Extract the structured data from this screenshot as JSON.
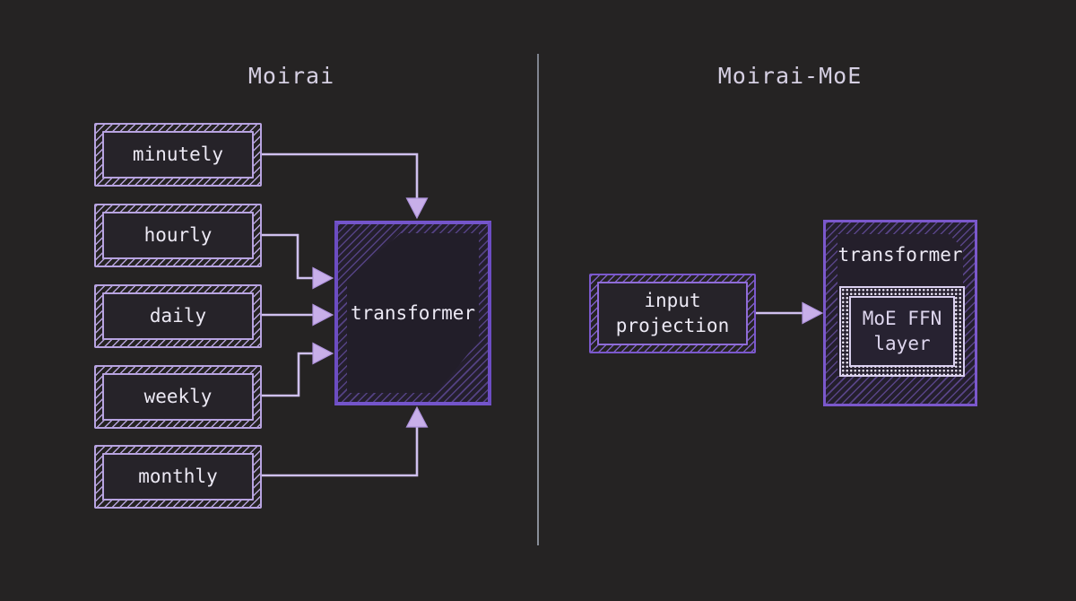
{
  "left": {
    "title": "Moirai",
    "boxes": [
      {
        "label": "minutely"
      },
      {
        "label": "hourly"
      },
      {
        "label": "daily"
      },
      {
        "label": "weekly"
      },
      {
        "label": "monthly"
      }
    ],
    "transformer_label": "transformer"
  },
  "right": {
    "title": "Moirai-MoE",
    "input_box": {
      "label": "input projection"
    },
    "transformer_label": "transformer",
    "moe_box": {
      "label": "MoE FFN layer"
    }
  },
  "edges": [
    {
      "from": "minutely",
      "to": "transformer",
      "side": "top"
    },
    {
      "from": "hourly",
      "to": "transformer",
      "side": "left"
    },
    {
      "from": "daily",
      "to": "transformer",
      "side": "left"
    },
    {
      "from": "weekly",
      "to": "transformer",
      "side": "left"
    },
    {
      "from": "monthly",
      "to": "transformer",
      "side": "bottom"
    },
    {
      "from": "input projection",
      "to": "transformer",
      "side": "left"
    }
  ],
  "colors": {
    "background": "#252323",
    "light_lavender_border": "#b7a3e0",
    "arrow_line": "#cfc0ee",
    "arrowhead_fill": "#c8afe9",
    "transformer_border_left": "#6c4dc2",
    "transformer_border_right": "#7b58cc",
    "text": "#ece9f4",
    "title_text": "#d5cfe2",
    "divider": "#a0a4b0"
  }
}
